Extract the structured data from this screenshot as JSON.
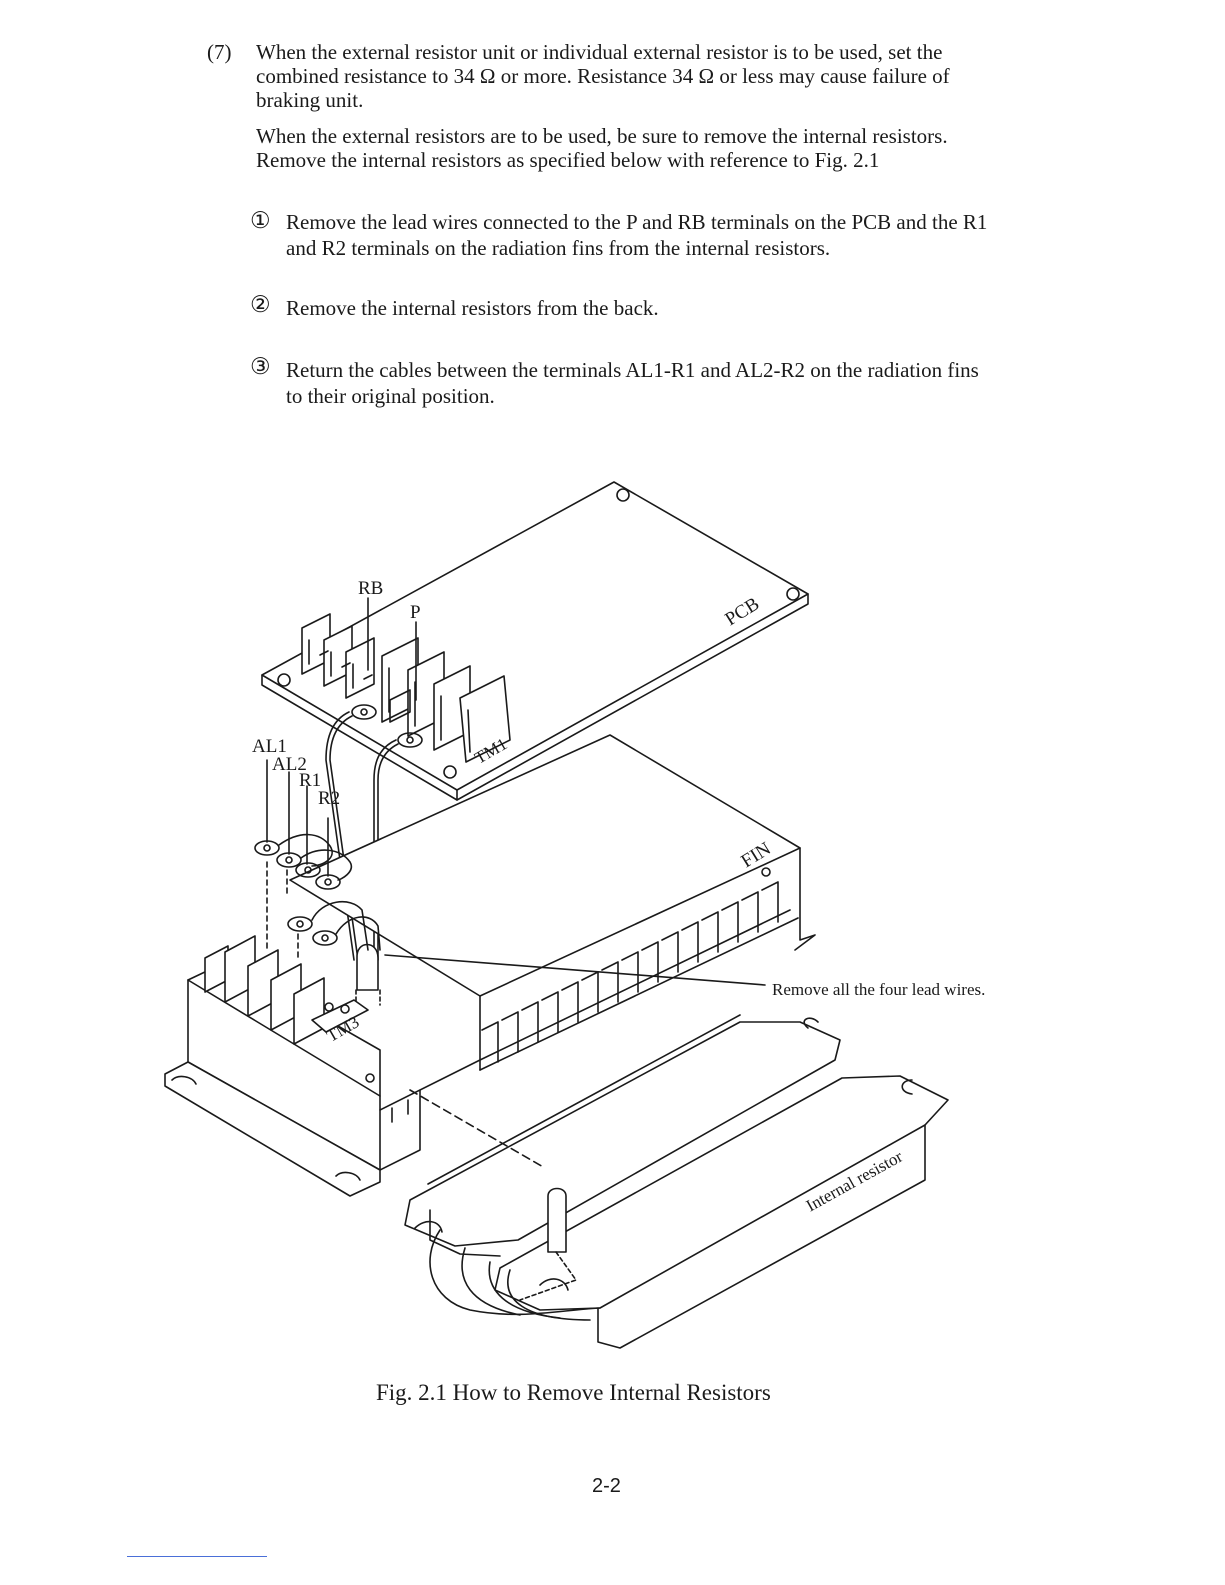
{
  "item7": {
    "number": "(7)",
    "para1": [
      "When the external resistor unit or individual external resistor is to be used, set the",
      "combined resistance to 34 Ω or more. Resistance 34 Ω or less may cause failure of",
      "braking unit."
    ],
    "para2": [
      "When the external resistors are to be used, be sure to remove the internal resistors.",
      "Remove the internal resistors as specified below with reference to Fig. 2.1"
    ]
  },
  "steps": [
    {
      "marker": "①",
      "lines": [
        "Remove the lead wires connected to the P and RB terminals on the PCB and the R1",
        "and R2 terminals on the radiation fins from the internal resistors."
      ]
    },
    {
      "marker": "②",
      "lines": [
        "Remove the internal resistors from the back."
      ]
    },
    {
      "marker": "③",
      "lines": [
        "Return the cables between the terminals AL1-R1 and AL2-R2 on the radiation fins",
        "to their original position."
      ]
    }
  ],
  "figure": {
    "labels": {
      "rb": "RB",
      "p": "P",
      "pcb": "PCB",
      "tm1": "TM1",
      "al1": "AL1",
      "al2": "AL2",
      "r1": "R1",
      "r2": "R2",
      "fin": "FIN",
      "tm3": "TM3",
      "callout": "Remove all the four lead wires.",
      "internal_resistor": "Internal resistor"
    },
    "caption": "Fig. 2.1  How to Remove Internal Resistors"
  },
  "page_number": "2-2"
}
